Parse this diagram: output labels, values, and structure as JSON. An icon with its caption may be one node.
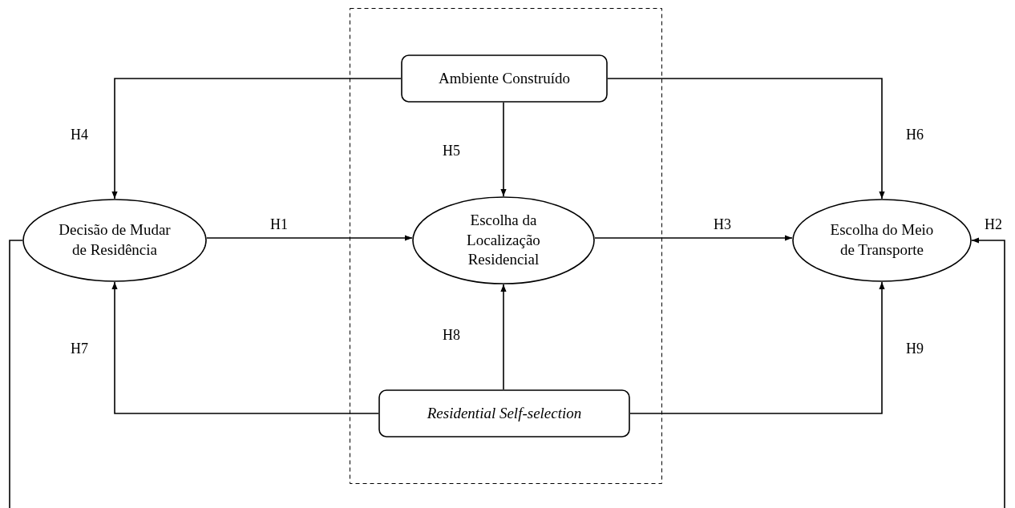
{
  "diagram": {
    "nodes": [
      {
        "text": [],
        "shape": "box"
      },
      {
        "text": [
          "Ambiente Construído"
        ],
        "in": 0
      },
      {
        "text": [
          "Decisão de Mudar de Residência"
        ]
      },
      {
        "text": [
          "Escolha da Localização Residencial"
        ],
        "in": 0
      },
      {
        "text": [
          "Escolha do Meio de Transporte"
        ]
      },
      {
        "text": [
          "Residential Self-selection"
        ],
        "in": 0
      }
    ],
    "edges": [
      {
        "from": 1,
        "to": 2,
        "arrow": "to",
        "label": "H4"
      },
      {
        "from": 1,
        "to": 3,
        "arrow": "to",
        "label": "H5"
      },
      {
        "from": 1,
        "to": 4,
        "arrow": "to",
        "label": "H6"
      },
      {
        "from": 2,
        "to": 3,
        "arrow": "to",
        "label": "H1"
      },
      {
        "from": 3,
        "to": 4,
        "arrow": "to",
        "label": "H3"
      },
      {
        "from": 2,
        "to": 4,
        "arrow": "to",
        "label": "H2"
      },
      {
        "from": 5,
        "to": 2,
        "arrow": "to",
        "label": "H7"
      },
      {
        "from": 5,
        "to": 3,
        "arrow": "to",
        "label": "H8"
      },
      {
        "from": 5,
        "to": 4,
        "arrow": "to",
        "label": "H9"
      }
    ]
  }
}
